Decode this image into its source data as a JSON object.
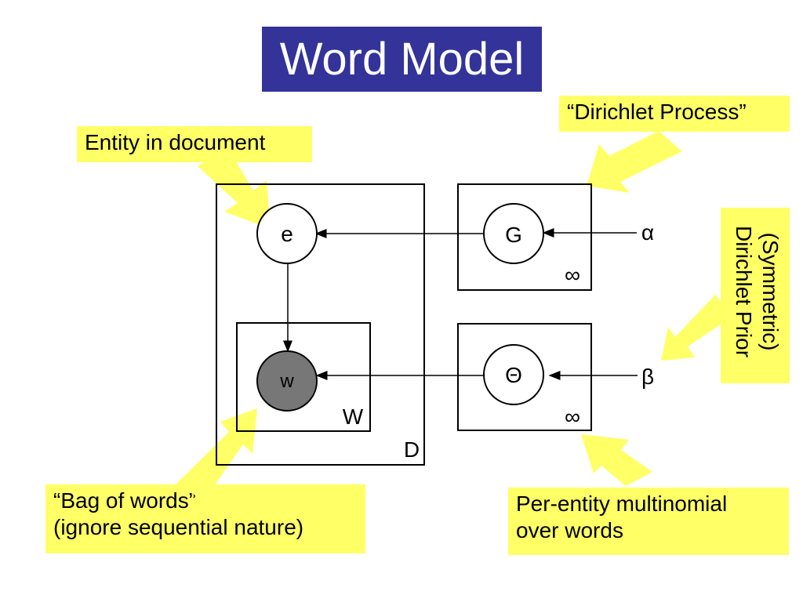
{
  "title": "Word Model",
  "notes": {
    "dirichlet_process": "“Dirichlet Process”",
    "entity_in_document": "Entity in document",
    "symmetric_prior_line1": "(Symmetric)",
    "symmetric_prior_line2": "Dirichlet Prior",
    "bag_of_words_line1": "“Bag of words”",
    "bag_of_words_line2": "(ignore sequential nature)",
    "per_entity_line1": "Per-entity multinomial",
    "per_entity_line2": "over words"
  },
  "nodes": {
    "e": "e",
    "w": "w",
    "G": "G",
    "theta": "Θ",
    "alpha": "α",
    "beta": "β"
  },
  "plates": {
    "D": "D",
    "W": "W",
    "G_plate": "∞",
    "theta_plate": "∞"
  },
  "colors": {
    "title_bg": "#333399",
    "note_bg": "#ffff66",
    "observed_node": "#777777"
  }
}
